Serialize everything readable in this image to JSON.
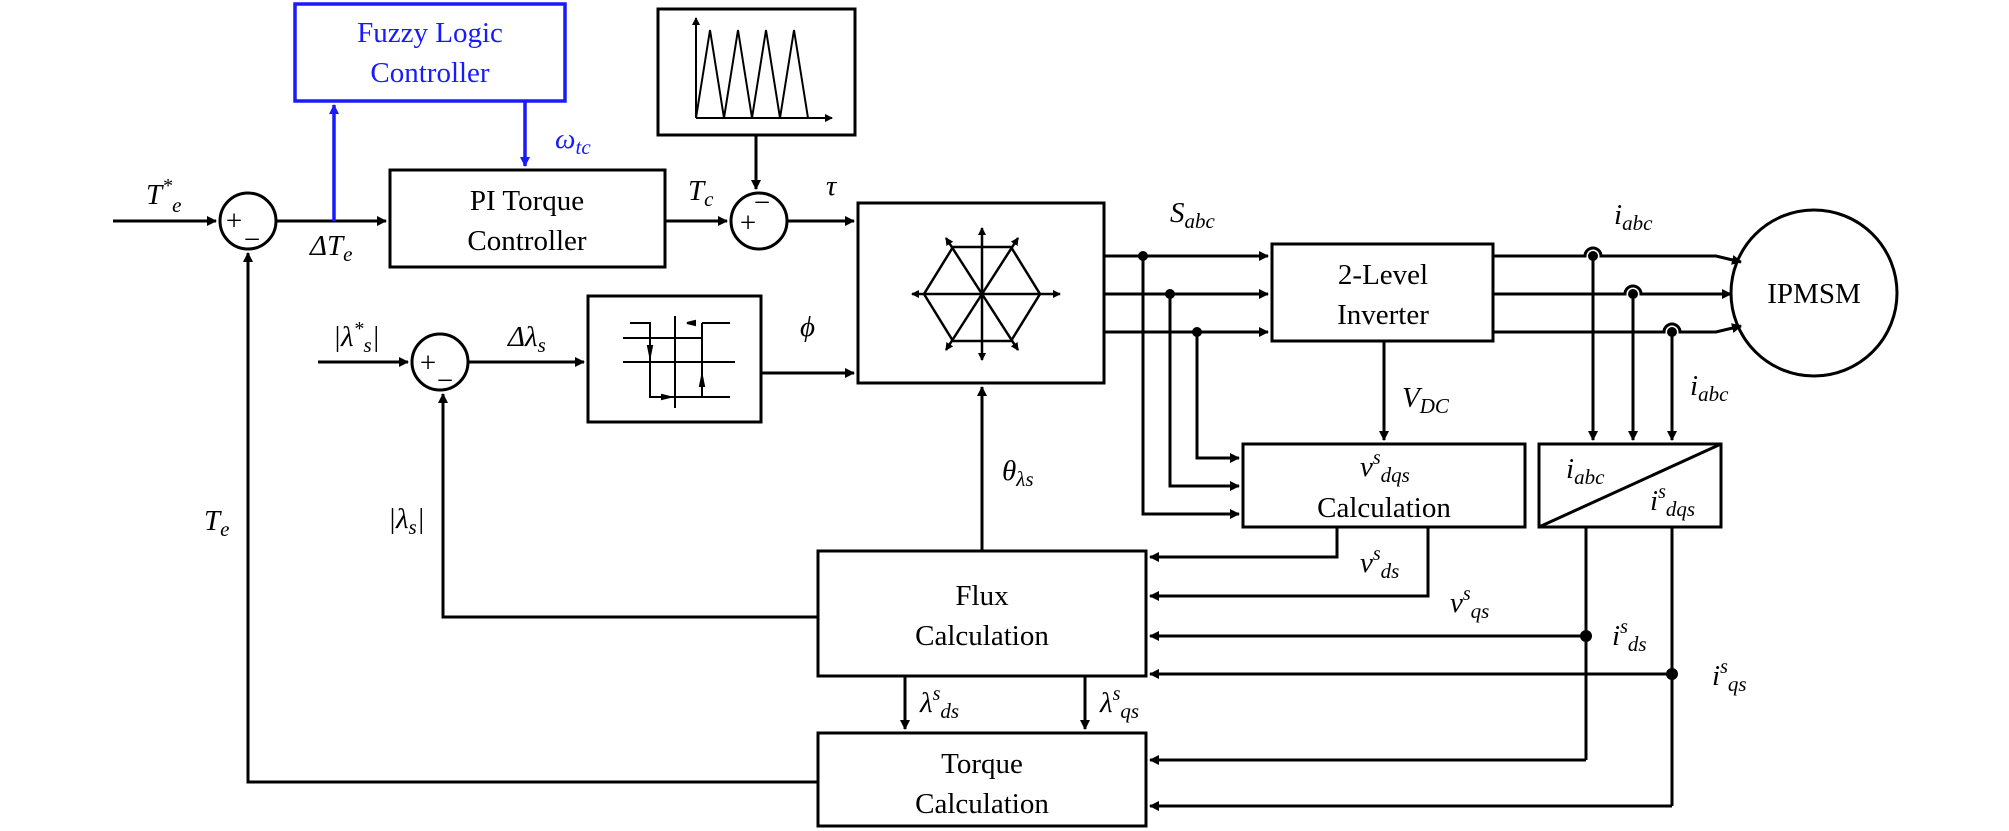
{
  "colors": {
    "line": "#000000",
    "accent": "#1a1aff",
    "background": "#ffffff"
  },
  "blocks": {
    "flc": [
      "Fuzzy Logic",
      "Controller"
    ],
    "pi": [
      "PI Torque",
      "Controller"
    ],
    "inverter": [
      "2-Level",
      "Inverter"
    ],
    "motor": "IPMSM",
    "vcalc_bottom": "Calculation",
    "flux": [
      "Flux",
      "Calculation"
    ],
    "torque": [
      "Torque",
      "Calculation"
    ]
  },
  "sum_signs": {
    "plus": "+",
    "minus": "−"
  },
  "signals": {
    "te_ref": {
      "base": "T",
      "sup": "*",
      "sub": "e"
    },
    "delta_te": {
      "base": "ΔT",
      "sub": "e"
    },
    "omega_tc": {
      "base": "ω",
      "sub": "tc"
    },
    "tc": {
      "base": "T",
      "sub": "c"
    },
    "tau": "τ",
    "lambda_ref": {
      "pre": "|λ",
      "sup": "*",
      "sub": "s",
      "post": "|"
    },
    "delta_lambda": {
      "base": "Δλ",
      "sub": "s"
    },
    "phi": "ϕ",
    "theta": {
      "base": "θ",
      "sub": "λs"
    },
    "te_fb": {
      "base": "T",
      "sub": "e"
    },
    "lambda_fb": {
      "pre": "|λ",
      "sub": "s",
      "post": "|"
    },
    "s_abc": {
      "base": "S",
      "sub": "abc"
    },
    "i_abc_top": {
      "base": "i",
      "sub": "abc"
    },
    "i_abc_mid": {
      "base": "i",
      "sub": "abc"
    },
    "vdc": {
      "base": "V",
      "sub": "DC"
    },
    "v_dqs_block": {
      "base": "v",
      "sup": "s",
      "sub": "dqs"
    },
    "conv_in": {
      "base": "i",
      "sub": "abc"
    },
    "conv_out": {
      "base": "i",
      "sup": "s",
      "sub": "dqs"
    },
    "v_ds": {
      "base": "v",
      "sup": "s",
      "sub": "ds"
    },
    "v_qs": {
      "base": "v",
      "sup": "s",
      "sub": "qs"
    },
    "i_ds": {
      "base": "i",
      "sup": "s",
      "sub": "ds"
    },
    "i_qs": {
      "base": "i",
      "sup": "s",
      "sub": "qs"
    },
    "lambda_ds": {
      "base": "λ",
      "sup": "s",
      "sub": "ds"
    },
    "lambda_qs": {
      "base": "λ",
      "sup": "s",
      "sub": "qs"
    }
  }
}
